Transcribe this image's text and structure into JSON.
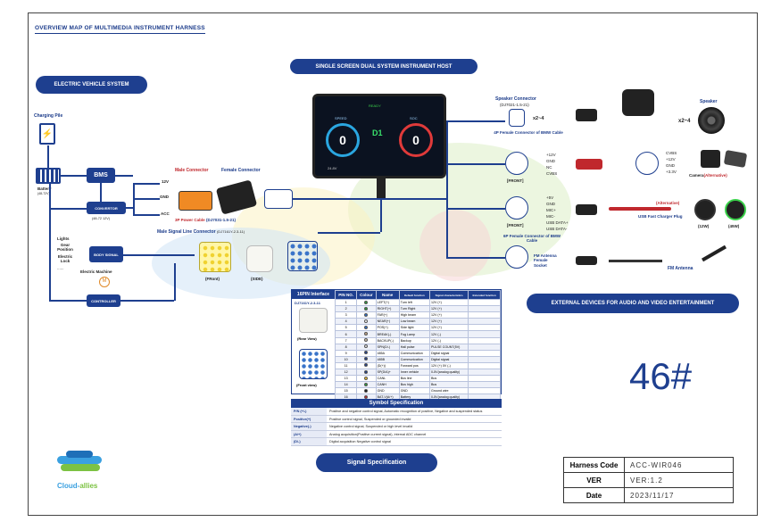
{
  "title": "OVERVIEW MAP OF MULTIMEDIA INSTRUMENT HARNESS",
  "host_pill": "SINGLE SCREEN DUAL SYSTEM INSTRUMENT HOST",
  "ev_pill": "ELECTRIC VEHICLE SYSTEM",
  "ext_pill": "EXTERNAL DEVICES FOR AUDIO AND VIDEO ENTERTAINMENT",
  "signal_pill": "Signal Specification",
  "model_number": "46#",
  "ev": {
    "charging_pile": "Charging Pile",
    "battery": "Battery",
    "battery_v": "(48-72V)",
    "bms": "BMS",
    "convertor": "CONVERTOR",
    "convertor_v": "(48-72 12V)",
    "body_signal": "BODY SIGNAL",
    "controller": "CONTROLLER",
    "electric_machine": "Electric Machine",
    "inputs": [
      "Lights",
      "Gear Position",
      "Electric Lock",
      "......"
    ]
  },
  "power": {
    "male_connector": "Male Connector",
    "female_connector": "Female Connector",
    "v12": "12V",
    "gnd": "GND",
    "acc": "ACC",
    "cable": "3P Power Cable",
    "cable_part": "(DJ7031-1.5-21)"
  },
  "signal_connector": {
    "title": "Male Signal Line Connector",
    "part": "(DJ7161Y-2.3-11)",
    "front": "(FRont)",
    "side": "(SIDE)"
  },
  "screen": {
    "speed_label": "SPEED",
    "speed": "0",
    "soc_label": "SOC",
    "soc": "0",
    "gear": "D1",
    "ready": "READY",
    "odo": "24.8V"
  },
  "right": {
    "speaker_connector": "Speaker Connector",
    "speaker_part": "(DJ7021-1.5-21)",
    "speaker_qty": "x2~4",
    "speaker_female": "4P Female Connector of BMW Cable",
    "speaker": "Speaker",
    "speaker_qty2": "x2~4",
    "front1": "[FRONT]",
    "cvbs_pins": [
      "+12V",
      "GND",
      "NC",
      "CVBS"
    ],
    "camera_pins": [
      "CVBS",
      "+12V",
      "GND",
      "+3.3V"
    ],
    "camera": "Camera",
    "alternative": "(Alternative)",
    "front2": "[FRONT]",
    "usb_pins": [
      "+5V",
      "GND",
      "MIC+",
      "MIC-",
      "USB DATA+",
      "USB DATA-"
    ],
    "usb_female": "6P Female Connector of BMW Cable",
    "usb_alt": "(Alternative)",
    "usb_charger": "USB Fast Charger Plug",
    "w12": "(12W)",
    "w45": "(45W)",
    "fm_socket": "FM Antenna Female Socket",
    "fm_antenna": "FM Antenna"
  },
  "pin_table": {
    "interface": "16PIN Interface",
    "interface_part": "DJ7161Y-2.3-11",
    "rear_view": "(Rear View)",
    "front_view": "(Front view)",
    "headers": [
      "PIN NO.",
      "Colour",
      "Name",
      "Default function",
      "Signal characteristics",
      "Extended function"
    ],
    "rows": [
      [
        "1",
        "#2a9d3b",
        "LEFT(+)",
        "Turn left",
        "12V (+)",
        ""
      ],
      [
        "2",
        "#2a9d3b",
        "RIGHT(+)",
        "Turn Right",
        "12V (+)",
        ""
      ],
      [
        "3",
        "#2a6fd0",
        "FAR(+)",
        "High beam",
        "12V (+)",
        ""
      ],
      [
        "4",
        "#ffffff",
        "NEAR(+)",
        "Low beam",
        "12V (+)",
        ""
      ],
      [
        "5",
        "#2a6fd0",
        "POS(+)",
        "Side light",
        "12V (+)",
        ""
      ],
      [
        "6",
        "#c9a88a",
        "BREAK(-)",
        "Fog Lamp",
        "12V (-)",
        ""
      ],
      [
        "7",
        "#d8c9b0",
        "BACKUP(-)",
        "Backup",
        "12V (-)",
        ""
      ],
      [
        "8",
        "#e6e6e6",
        "SPN(D/-)",
        "Hall pulse",
        "PULSE COUNT(5V)",
        ""
      ],
      [
        "9",
        "#1e3f8f",
        "485A",
        "Communication",
        "Digital signal",
        ""
      ],
      [
        "10",
        "#1e3f8f",
        "485B",
        "Communication",
        "Digital signal",
        ""
      ],
      [
        "11",
        "#1e3f8f",
        "(D(+))",
        "Forward pos",
        "12V (+) 0V (-)",
        ""
      ],
      [
        "12",
        "#1e3f8f",
        "SP(D/A)+",
        "Inner vehicle",
        "0-5V(analog quality)",
        ""
      ],
      [
        "13",
        "#f3c12c",
        "CANL",
        "Bus line",
        "Bus",
        ""
      ],
      [
        "14",
        "#2a9d3b",
        "CANH",
        "Bus high",
        "Bus",
        ""
      ],
      [
        "15",
        "#111111",
        "GND",
        "GND",
        "Ground wire",
        ""
      ],
      [
        "16",
        "#c0282d",
        "BAT-V(A/+)",
        "Battery",
        "0-5V(analog quality)",
        ""
      ]
    ]
  },
  "symbols": {
    "title": "Symbol Specification",
    "rows": [
      [
        "P/N (+/-)",
        "Positive and negative control signal, Automatic recognition of positive, Negative and suspended status"
      ],
      [
        "Positive(+)",
        "Positive control signal, Suspended or grounded invalid"
      ],
      [
        "Negative(-)",
        "Negative control signal, Suspended or high level invalid"
      ],
      [
        "(A/+)",
        "Analog acquisition(Positive current signal), internal ADC channel"
      ],
      [
        "(D/-)",
        "Digital acquisition Negative control signal"
      ]
    ]
  },
  "harness": {
    "code_label": "Harness Code",
    "code": "ACC-WIR046",
    "ver_label": "VER",
    "ver": "VER:1.2",
    "date_label": "Date",
    "date": "2023/11/17"
  },
  "logo": {
    "name_a": "Cloud-",
    "name_b": "allies"
  }
}
